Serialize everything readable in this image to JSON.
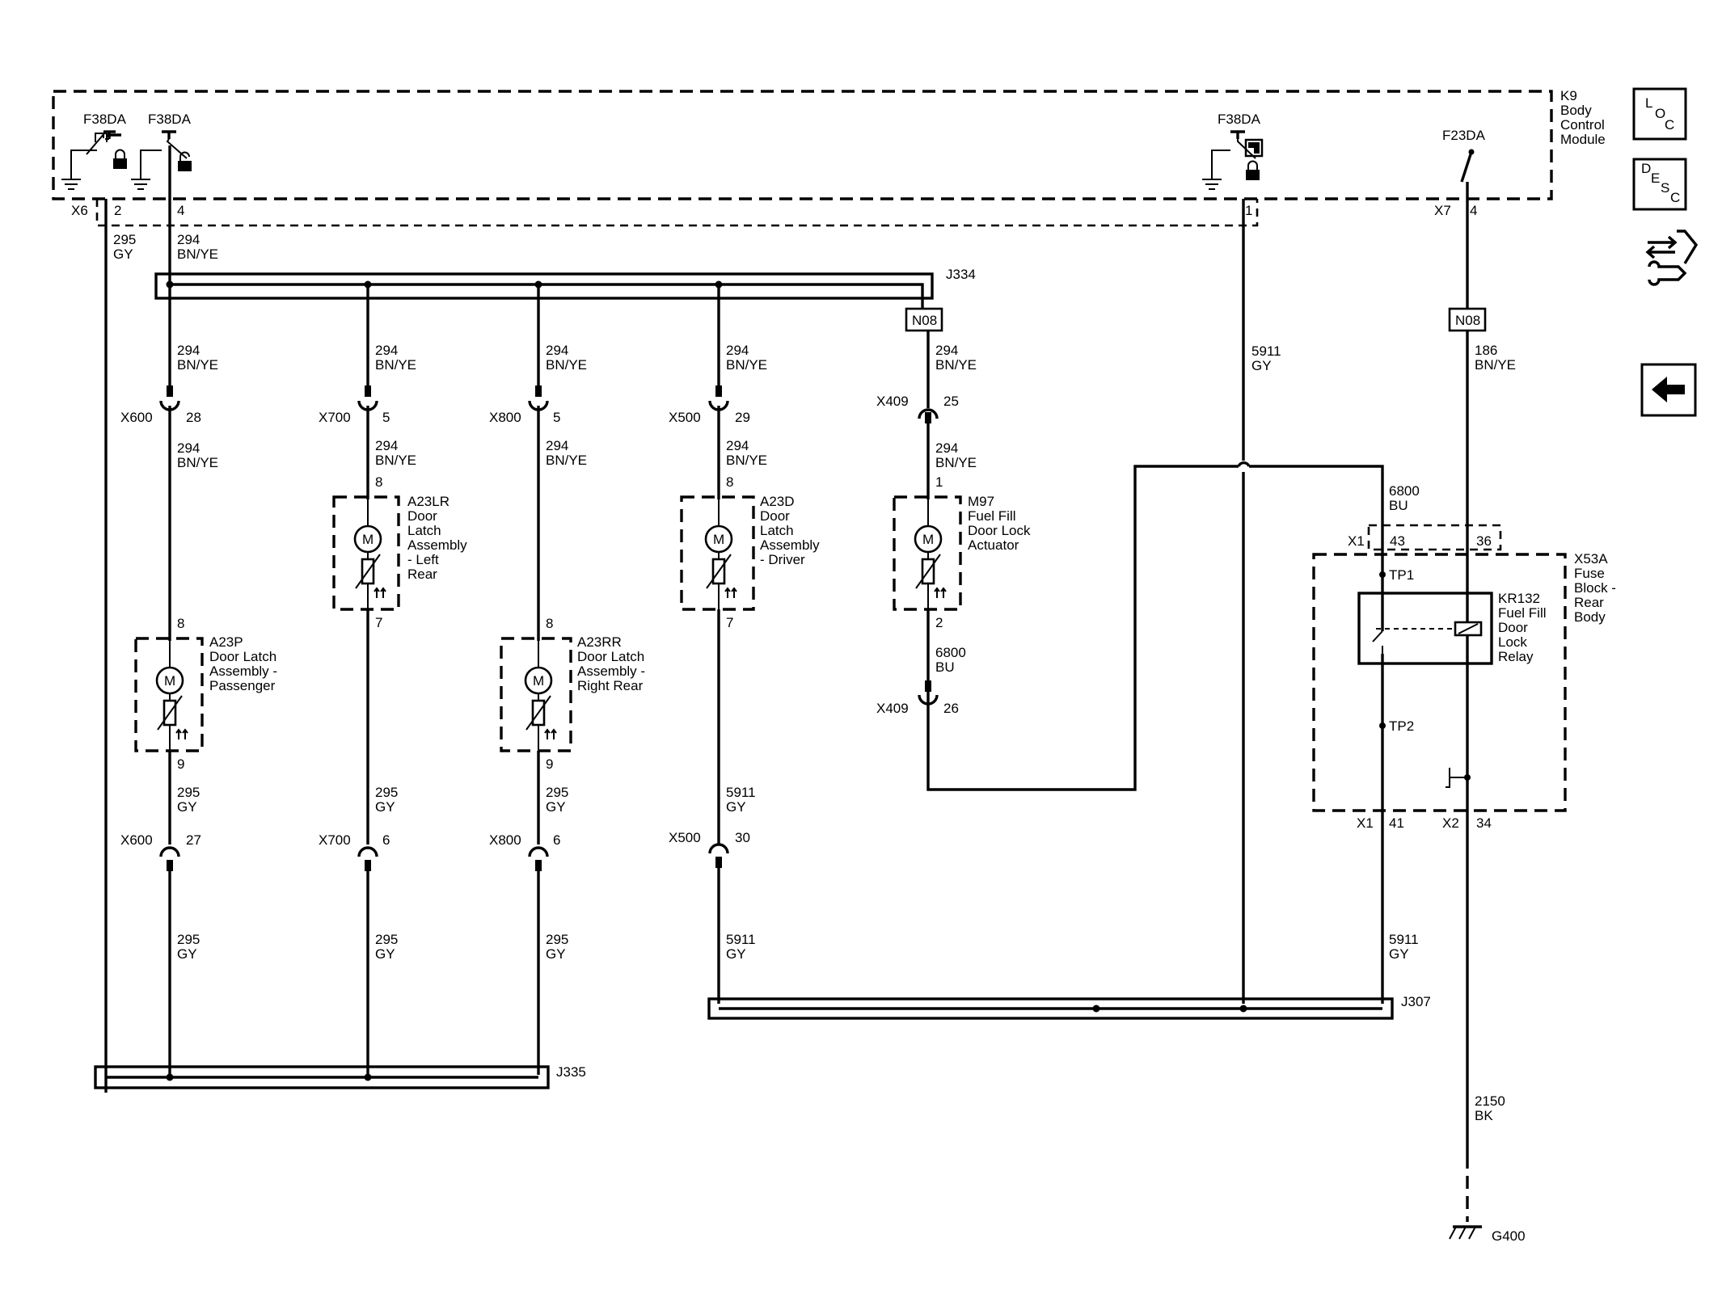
{
  "modules": {
    "k9": {
      "ref": "K9",
      "name_lines": [
        "Body",
        "Control",
        "Module"
      ]
    },
    "x53a": {
      "ref": "X53A",
      "name_lines": [
        "Fuse",
        "Block -",
        "Rear",
        "Body"
      ]
    }
  },
  "bcm_outputs": {
    "f38da_1": "F38DA",
    "f38da_2": "F38DA",
    "f38da_3": "F38DA",
    "f23da": "F23DA"
  },
  "bcm_connectors": {
    "x6": "X6",
    "x6_pin_a": "2",
    "x6_pin_b": "4",
    "x6_pin_c": "1",
    "x7": "X7",
    "x7_pin": "4"
  },
  "splices": {
    "j334": "J334",
    "j335": "J335",
    "j307": "J307"
  },
  "n08": {
    "left": "N08",
    "right": "N08"
  },
  "wires": {
    "w295_gy": {
      "circuit": "295",
      "color": "GY"
    },
    "w294_bn_ye": {
      "circuit": "294",
      "color": "BN/YE"
    },
    "w5911_gy": {
      "circuit": "5911",
      "color": "GY"
    },
    "w186_bn_ye": {
      "circuit": "186",
      "color": "BN/YE"
    },
    "w6800_bu": {
      "circuit": "6800",
      "color": "BU"
    },
    "w2150_bk": {
      "circuit": "2150",
      "color": "BK"
    }
  },
  "inline_connectors": {
    "x600": {
      "ref": "X600",
      "pin_top": "28",
      "pin_bottom": "27"
    },
    "x700": {
      "ref": "X700",
      "pin_top": "5",
      "pin_bottom": "6"
    },
    "x800": {
      "ref": "X800",
      "pin_top": "5",
      "pin_bottom": "6"
    },
    "x500": {
      "ref": "X500",
      "pin_top": "29",
      "pin_bottom": "30"
    },
    "x409": {
      "ref": "X409",
      "pin_top": "25",
      "pin_bottom": "26"
    }
  },
  "components": {
    "a23p": {
      "ref": "A23P",
      "lines": [
        "Door Latch",
        "Assembly -",
        "Passenger"
      ],
      "pin_top": "8",
      "pin_bottom": "9",
      "motor": "M"
    },
    "a23lr": {
      "ref": "A23LR",
      "lines": [
        "Door",
        "Latch",
        "Assembly",
        "- Left",
        "Rear"
      ],
      "pin_top": "8",
      "pin_bottom": "7",
      "motor": "M"
    },
    "a23rr": {
      "ref": "A23RR",
      "lines": [
        "Door Latch",
        "Assembly -",
        "Right Rear"
      ],
      "pin_top": "8",
      "pin_bottom": "9",
      "motor": "M"
    },
    "a23d": {
      "ref": "A23D",
      "lines": [
        "Door",
        "Latch",
        "Assembly",
        "- Driver"
      ],
      "pin_top": "8",
      "pin_bottom": "7",
      "motor": "M"
    },
    "m97": {
      "ref": "M97",
      "lines": [
        "Fuel Fill",
        "Door Lock",
        "Actuator"
      ],
      "pin_top": "1",
      "pin_bottom": "2",
      "motor": "M"
    }
  },
  "relay": {
    "ref": "KR132",
    "lines": [
      "Fuel Fill",
      "Door",
      "Lock",
      "Relay"
    ],
    "tp1": "TP1",
    "tp2": "TP2",
    "x1_top": "X1",
    "pin_43": "43",
    "pin_36": "36",
    "x1_bottom": "X1",
    "pin_41": "41",
    "x2": "X2",
    "pin_34": "34"
  },
  "ground": {
    "ref": "G400"
  },
  "nav": {
    "loc": [
      "L",
      "O",
      "C"
    ],
    "desc": [
      "D",
      "E",
      "S",
      "C"
    ],
    "icons": [
      "connector-view-icon",
      "back-arrow-icon"
    ]
  }
}
